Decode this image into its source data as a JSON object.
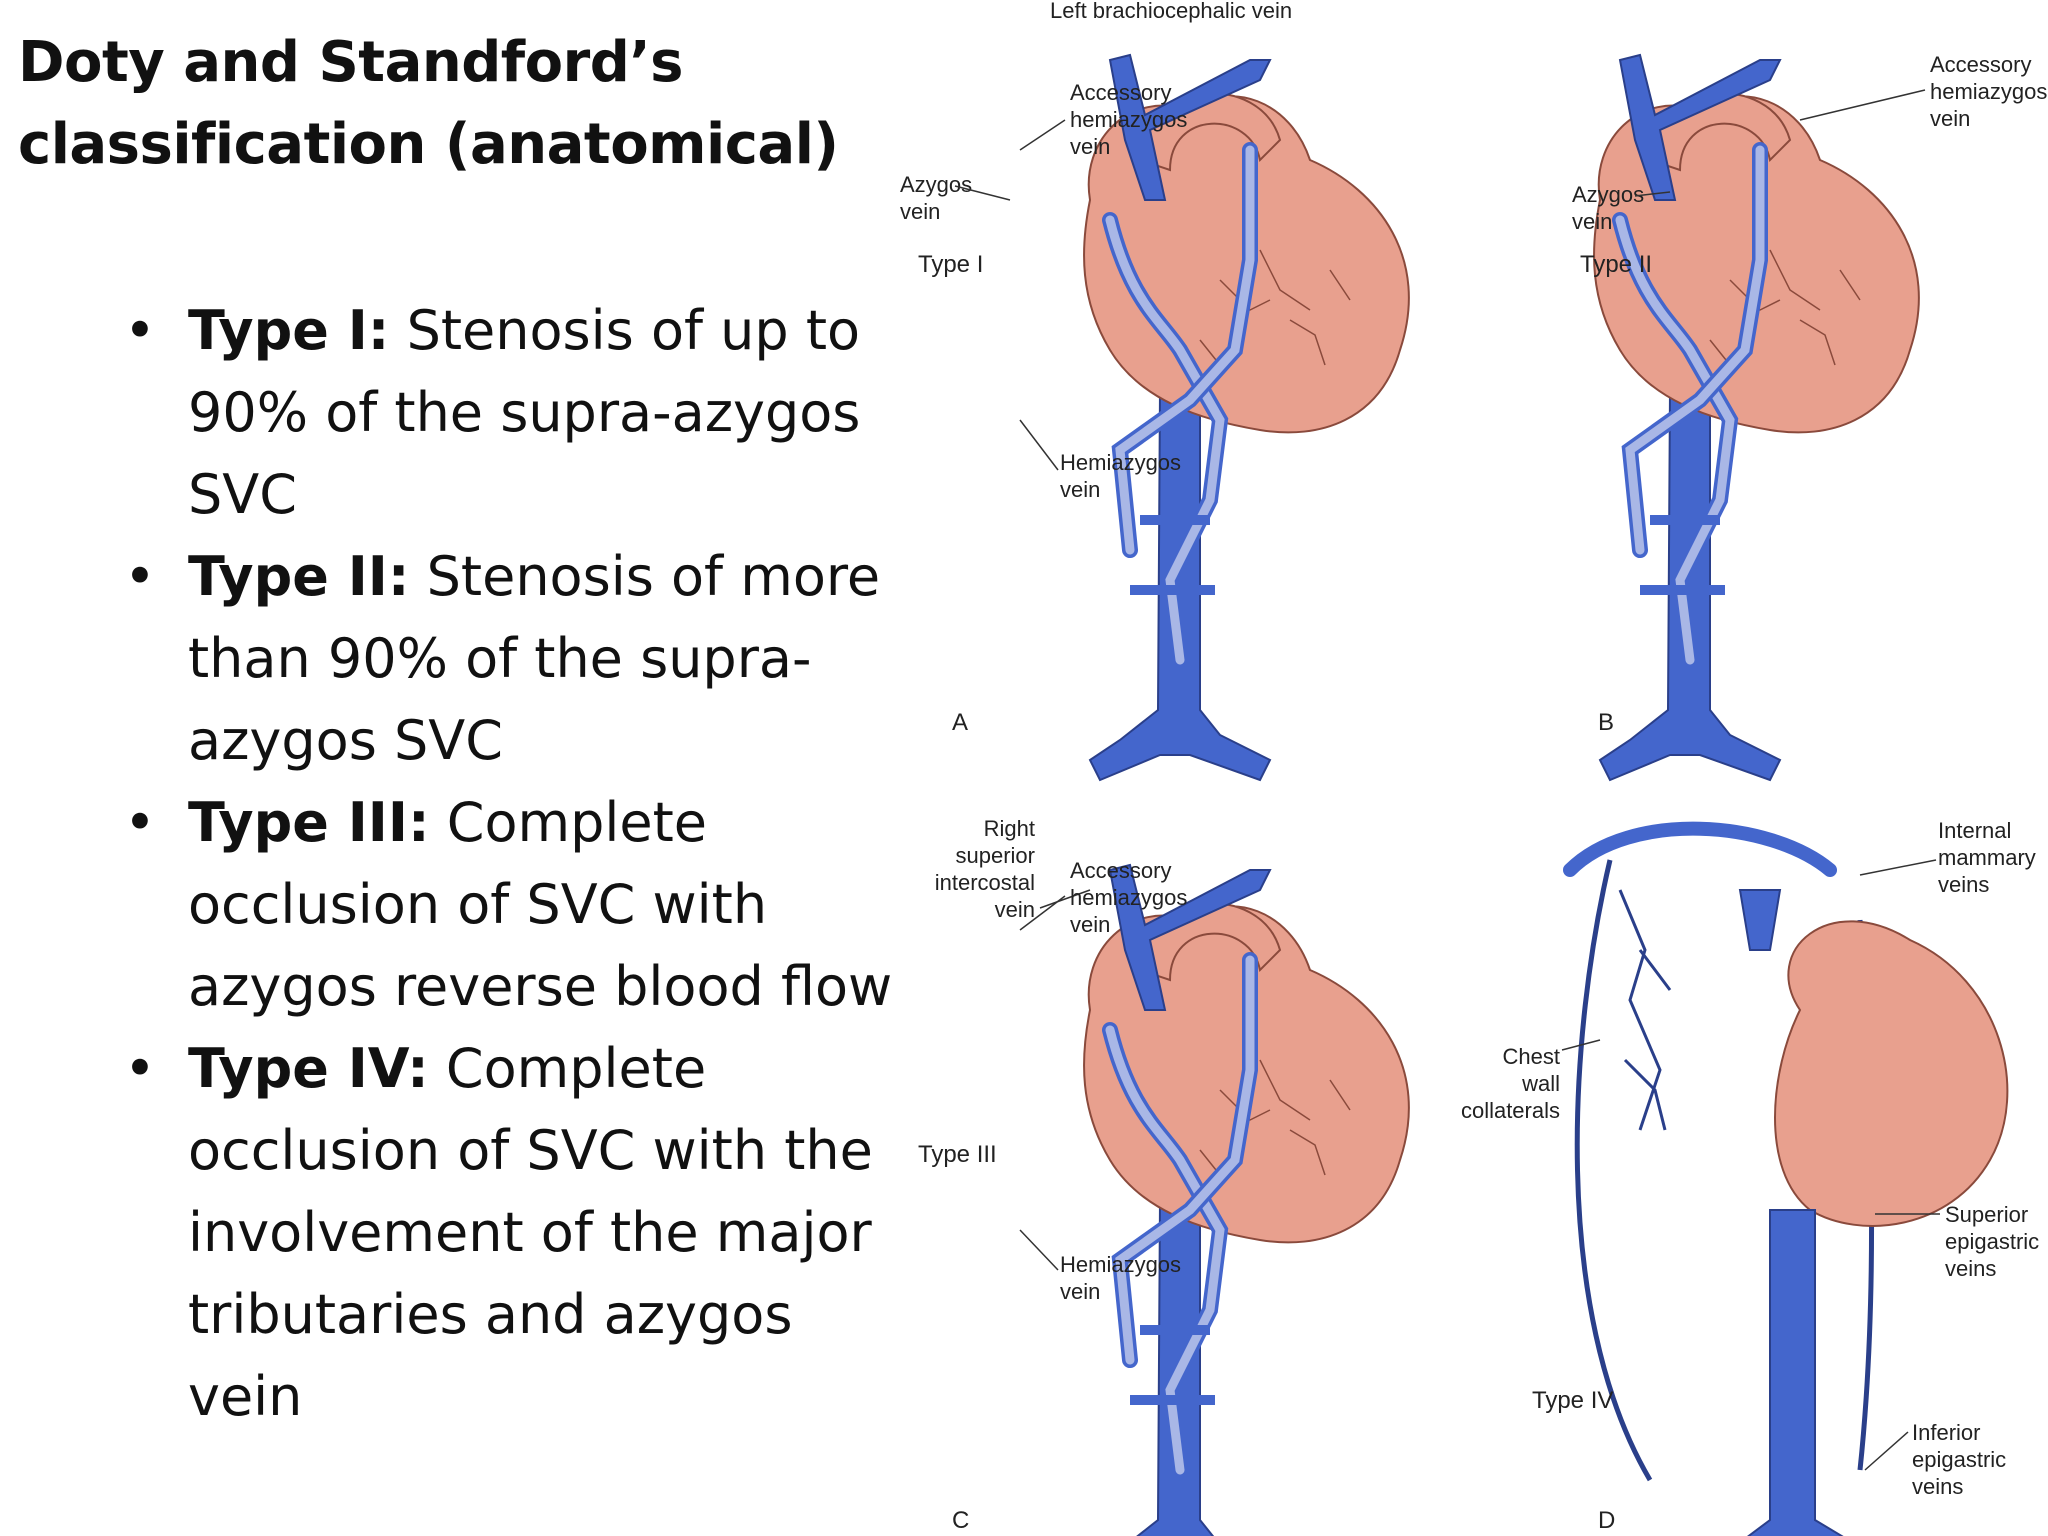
{
  "title": {
    "line1": "Doty and Standford’s",
    "line2": "classification (anatomical)"
  },
  "bullets": [
    {
      "term": "Type I:",
      "text": " Stenosis of up to 90% of the supra-azygos SVC"
    },
    {
      "term": "Type II:",
      "text": " Stenosis of more than 90% of the supra-azygos SVC"
    },
    {
      "term": "Type III:",
      "text": " Complete occlusion of SVC with azygos reverse blood flow"
    },
    {
      "term": "Type IV:",
      "text": " Complete occlusion of SVC with the involvement of the major tributaries and azygos vein"
    }
  ],
  "figure": {
    "colors": {
      "vein": "#4466cc",
      "vein_light": "#a9b7e6",
      "heart": "#e8a08e",
      "heart_stroke": "#8a4a3c"
    },
    "panels": [
      {
        "letter": "A",
        "type_label": "Type I",
        "labels": [
          "Left brachiocephalic vein",
          "Accessory",
          "hemiazygos",
          "vein",
          "Azygos",
          "vein",
          "Hemiazygos",
          "vein"
        ]
      },
      {
        "letter": "B",
        "type_label": "Type II",
        "labels": [
          "Accessory",
          "hemiazygos",
          "vein",
          "Azygos",
          "vein"
        ]
      },
      {
        "letter": "C",
        "type_label": "Type III",
        "labels": [
          "Right",
          "superior",
          "intercostal",
          "vein",
          "Accessory",
          "hemiazygos",
          "vein",
          "Hemiazygos",
          "vein"
        ]
      },
      {
        "letter": "D",
        "type_label": "Type IV",
        "labels": [
          "Internal",
          "mammary",
          "veins",
          "Chest",
          "wall",
          "collaterals",
          "Superior",
          "epigastric",
          "veins",
          "Inferior",
          "epigastric",
          "veins"
        ]
      }
    ]
  }
}
